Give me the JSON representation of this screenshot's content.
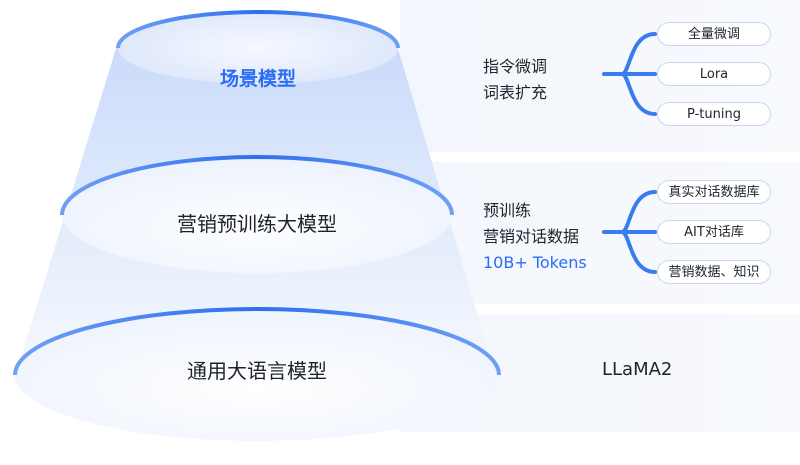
{
  "layers": {
    "scene": {
      "title": "场景模型",
      "desc_lines": [
        "指令微调",
        "词表扩充"
      ],
      "tags": [
        "全量微调",
        "Lora",
        "P-tuning"
      ]
    },
    "pretrain": {
      "title": "营销预训练大模型",
      "desc_lines": [
        "预训练",
        "营销对话数据"
      ],
      "highlight": "10B+ Tokens",
      "tags": [
        "真实对话数据库",
        "AIT对话库",
        "营销数据、知识"
      ]
    },
    "general": {
      "title": "通用大语言模型",
      "desc": "LLaMA2"
    }
  },
  "colors": {
    "accent": "#2a6df4",
    "ring": "#2f6fee",
    "panel": "#f3f7fd",
    "text": "#1f2329"
  }
}
